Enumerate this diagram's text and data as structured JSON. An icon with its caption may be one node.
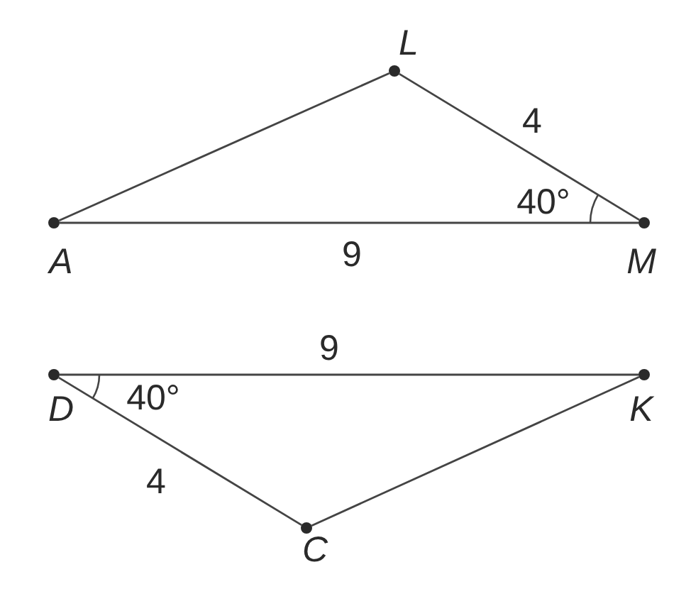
{
  "diagram": {
    "nodes": [
      {
        "text": [],
        "shape": "circle",
        "beside": [
          "L"
        ]
      },
      {
        "text": [],
        "shape": "circle",
        "beside": [
          "A"
        ]
      },
      {
        "text": [],
        "shape": "circle",
        "beside": [
          "M"
        ]
      },
      {
        "text": [],
        "shape": "circle",
        "beside": [
          "D"
        ]
      },
      {
        "text": [],
        "shape": "circle",
        "beside": [
          "K"
        ]
      },
      {
        "text": [],
        "shape": "circle",
        "beside": [
          "C"
        ]
      }
    ],
    "edges": [
      {
        "from": 1,
        "to": 0,
        "arrow": "none"
      },
      {
        "from": 0,
        "to": 2,
        "arrow": "none",
        "label": "4"
      },
      {
        "from": 1,
        "to": 2,
        "arrow": "none",
        "label": "9"
      },
      {
        "from": 3,
        "to": 4,
        "arrow": "none",
        "label": "9"
      },
      {
        "from": 3,
        "to": 5,
        "arrow": "none",
        "label": "4"
      },
      {
        "from": 5,
        "to": 4,
        "arrow": "none"
      }
    ],
    "labels": [
      "40°",
      "40°"
    ]
  }
}
